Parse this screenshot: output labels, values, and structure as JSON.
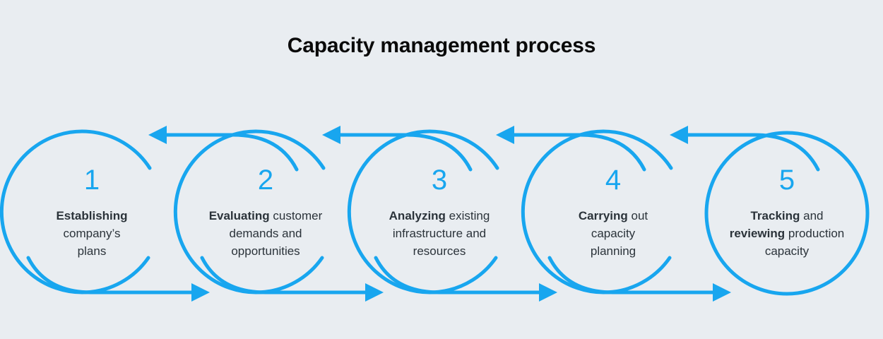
{
  "title": "Capacity management process",
  "colors": {
    "background": "#e9edf1",
    "accent": "#18a6ef",
    "title_text": "#0a0a0a",
    "body_text": "#2b333a"
  },
  "diagram": {
    "type": "cycle-process",
    "step_count": 5,
    "forward_arrow_label": "forward-flow-arrow",
    "backward_arrow_label": "backward-feedback-arrow",
    "steps": [
      {
        "number": "1",
        "lines": [
          {
            "bold": "Establishing",
            "rest": ""
          },
          {
            "bold": "",
            "rest": "company’s"
          },
          {
            "bold": "",
            "rest": "plans"
          }
        ],
        "text": "Establishing company’s plans"
      },
      {
        "number": "2",
        "lines": [
          {
            "bold": "Evaluating",
            "rest": " customer"
          },
          {
            "bold": "",
            "rest": "demands and"
          },
          {
            "bold": "",
            "rest": "opportunities"
          }
        ],
        "text": "Evaluating customer demands and opportunities"
      },
      {
        "number": "3",
        "lines": [
          {
            "bold": "Analyzing",
            "rest": " existing"
          },
          {
            "bold": "",
            "rest": "infrastructure and"
          },
          {
            "bold": "",
            "rest": "resources"
          }
        ],
        "text": "Analyzing existing infrastructure and resources"
      },
      {
        "number": "4",
        "lines": [
          {
            "bold": "Carrying",
            "rest": " out"
          },
          {
            "bold": "",
            "rest": "capacity"
          },
          {
            "bold": "",
            "rest": "planning"
          }
        ],
        "text": "Carrying out capacity planning"
      },
      {
        "number": "5",
        "lines": [
          {
            "bold": "Tracking",
            "rest": " and"
          },
          {
            "bold": "reviewing",
            "rest": " production"
          },
          {
            "bold": "",
            "rest": "capacity"
          }
        ],
        "text": "Tracking and reviewing production capacity"
      }
    ]
  }
}
